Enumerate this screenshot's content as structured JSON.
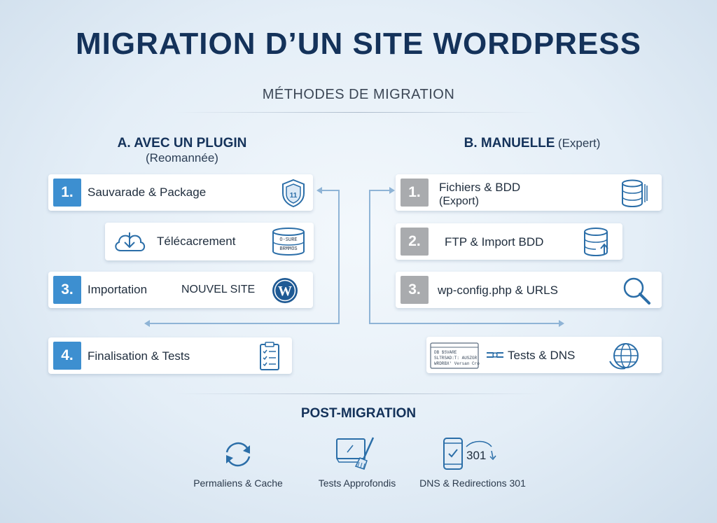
{
  "title": "MIGRATION D’UN SITE WORDPRESS",
  "subtitle": "MÉTHODES DE MIGRATION",
  "plugin": {
    "heading": "A. AVEC UN PLUGIN",
    "paren": "(Reomannée)",
    "steps": [
      {
        "num": "1.",
        "label": "Sauvarade & Package",
        "icon": "shield-icon"
      },
      {
        "num": "",
        "label": "Télécacrement",
        "icon": "cloud-download-icon",
        "icon2": "database-icon",
        "icon2_text": "O-SURE\nBRMMOS"
      },
      {
        "num": "3.",
        "label": "Importation",
        "extra": "NOUVEL SITE",
        "icon": "wordpress-icon"
      },
      {
        "num": "4.",
        "label": "Finalisation & Tests",
        "icon": "checklist-icon"
      }
    ]
  },
  "manual": {
    "heading": "B. MANUELLE",
    "paren": "(Expert)",
    "steps": [
      {
        "num": "1.",
        "label": "Fichiers & BDD",
        "label2": "(Export)",
        "icon": "database-icon"
      },
      {
        "num": "2.",
        "label": "FTP & Import BDD",
        "icon": "database-upload-icon"
      },
      {
        "num": "3.",
        "label": "wp-config.php & URLS",
        "icon": "search-icon"
      },
      {
        "num": "",
        "label": "Tests & DNS",
        "icon": "globe-icon",
        "icon2": "terminal-window-icon",
        "icon2_text": [
          "DB $SVARE",
          "SLTRSAD:T: AUSZGR",
          "WRDRBX' Versan Cro"
        ]
      }
    ]
  },
  "post": {
    "title": "POST-MIGRATION",
    "items": [
      {
        "label": "Permaliens & Cache",
        "icon": "refresh-icon"
      },
      {
        "label": "Tests Approfondis",
        "icon": "broom-screen-icon"
      },
      {
        "label": "DNS & Redirections 301",
        "icon": "phone-redirect-icon",
        "icon_text": "301"
      }
    ]
  },
  "colors": {
    "title": "#14325a",
    "accent_blue": "#3d8fd0",
    "step_grey": "#a9abae",
    "icon_stroke": "#2b6ea8"
  }
}
